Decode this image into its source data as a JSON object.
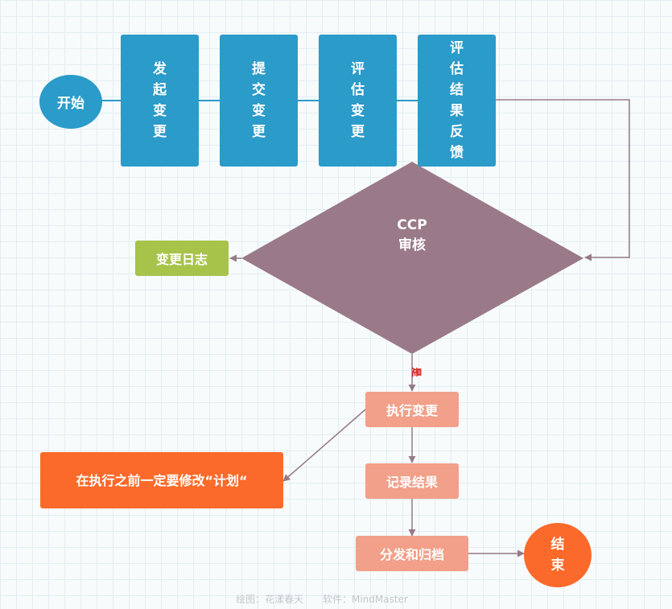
{
  "nodes": {
    "start": "开始",
    "initiate_change": "发起变更",
    "submit_change": "提交变更",
    "evaluate_change": "评估变更",
    "evaluation_feedback": "评估结果反馈",
    "ccp_review": "CCP审核",
    "change_log": "变更日志",
    "execute_change": "执行变更",
    "modify_plan_note": "在执行之前一定要修改“计划“",
    "record_result": "记录结果",
    "distribute_archive": "分发和归档",
    "end": "结束"
  },
  "edge_labels": {
    "yes": "是"
  },
  "footer": {
    "author": "绘图：花漾春天",
    "software": "软件：MindMaster"
  },
  "colors": {
    "blue": "#2b9bc9",
    "diamond": "#9a7a88",
    "green": "#a8c34a",
    "salmon": "#f2a089",
    "orange": "#fb6a2a",
    "connector": "#977a87"
  }
}
